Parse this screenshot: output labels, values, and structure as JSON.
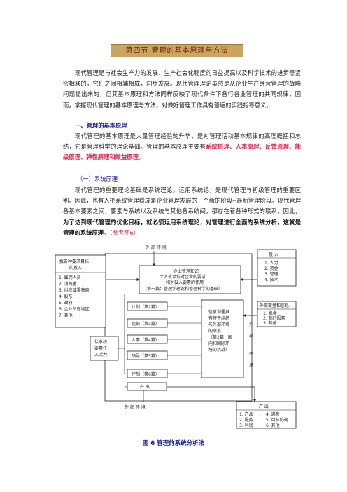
{
  "section_title": "第四节  管理的基本原理与方法",
  "intro_paragraph": "现代管理是与社会生产力的发展、生产社会化程度的日益提高以及科学技术的进步等紧密相联的，它们之间相辅相成，同步发展。现代管理理论虽然是从企业生产经营管理的战略问题提出来的，但其基本原理和方法同样反映了现代条件下各行各业管理的共同规律，因而，掌握现代管理的基本原理与方法，对做好管理工作具有普遍的实践指导意义。",
  "heading1": "一、管理的基本原理",
  "para2_lead": "现代管理的基本原理是大量管理经验的升华，是对管理活动基本规律的高度概括和总结，它是管理科学的理论基础。管理的基本原理主要有",
  "para2_red": "系统原理、人本原理、反馈原理、能级原理、弹性原理和效益原理",
  "para2_end": "。",
  "heading2": "（一）系统原理",
  "para3_lead": "现代管理的重要理论基础是系统理论。运用系统论，是现代管理与初级管理的重要区别。因此，也有人把系统管理看成是企业管理发展的一个新的阶段--最新管理阶段。现代管理各基本要素之间，要素与系统以及系统与其他各系统间，都存在着各种形式的联系，因此，",
  "para3_bold": "为了达到现代管理的优化目标，就必须运用系统理论，对管理进行全面的系统分析，这就是管理的系统原理",
  "para3_end": "。",
  "para3_note": "（参考图6）",
  "diagram": {
    "external_env_top": "外  部  环  境",
    "external_env_bottom": "外  部  环  境",
    "external_env_right": [
      "外",
      "部",
      "环",
      "境"
    ],
    "left_box_title": [
      "报各种要求目标",
      "的投入"
    ],
    "left_box_items": [
      "1. 雇佣人员",
      "2. 消费者",
      "3. 供应或零售商",
      "4. 股东",
      "5. 政府",
      "6. 企业所在地区",
      "7. 其他"
    ],
    "center_box_lines": [
      "企业管理知识",
      "个人或单位对企业的要求",
      "和对投入要素的使用",
      "（第一篇：管理学理论和管理科学的基础）"
    ],
    "functions": [
      "计划（第2篇）",
      "组织（第3篇）",
      "人事（第4篇）",
      "领导（第5篇）",
      "控制（第6篇）"
    ],
    "left_mid_box": [
      "恰系统",
      "要素注",
      "入活力"
    ],
    "info_box": [
      "信息沟通具",
      "有将子组织",
      "与外部环境",
      "的联系",
      "（第2篇：国",
      "内和国际环",
      "境的挑战）"
    ],
    "input_box_title": "投  入",
    "input_box_items": [
      "1. 人力",
      "2. 资金",
      "3. 管理",
      "4. 技术"
    ],
    "output_small": "产  出",
    "right_mid_title": "外部变量和信息",
    "right_mid_items": [
      "1. 机会",
      "2. 制约因素",
      "3. 其他"
    ],
    "output_box_title": "产  出",
    "output_box_items": [
      "1. 产品",
      "2. 服务",
      "3. 利润",
      "4. 满意",
      "5. 目标协调",
      "6. 其他"
    ]
  },
  "figure_caption": "图 6  管理的系统分析法"
}
